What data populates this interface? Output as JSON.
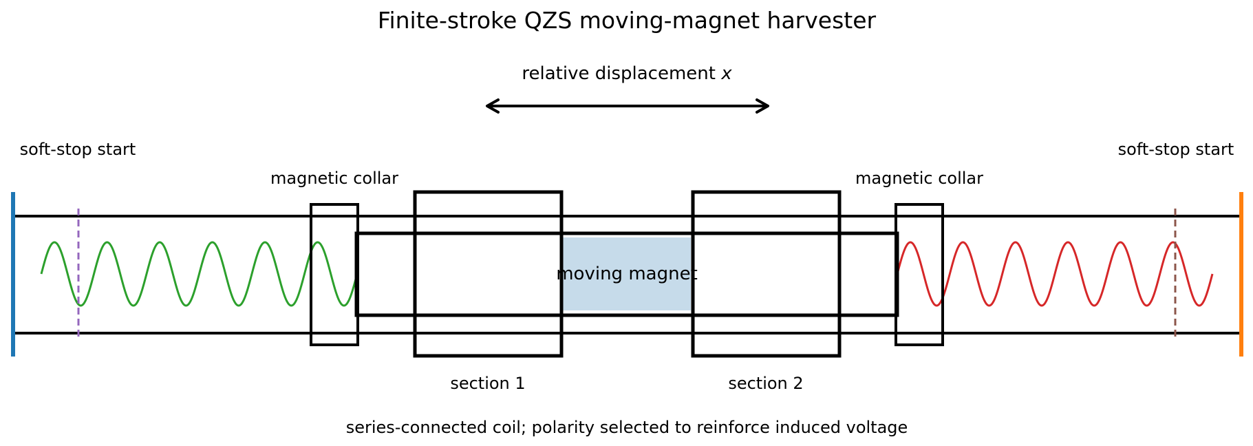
{
  "title": "Finite-stroke QZS moving-magnet harvester",
  "displacement": {
    "prefix": "relative displacement ",
    "symbol": "x"
  },
  "soft_stop_left": "soft-stop start",
  "soft_stop_right": "soft-stop start",
  "collar_left": "magnetic collar",
  "collar_right": "magnetic collar",
  "magnet_label": "moving magnet",
  "section_1": "section 1",
  "section_2": "section 2",
  "caption": "series-connected coil; polarity selected to reinforce induced voltage",
  "colors": {
    "left_end_stop": "#1f77b4",
    "right_end_stop": "#ff7f0e",
    "left_spring": "#2ca02c",
    "right_spring": "#d62728",
    "left_soft_stop_marker": "#9467bd",
    "right_soft_stop_marker": "#8c564b",
    "magnet_fill": "#c6dbea",
    "outline": "#000000"
  }
}
